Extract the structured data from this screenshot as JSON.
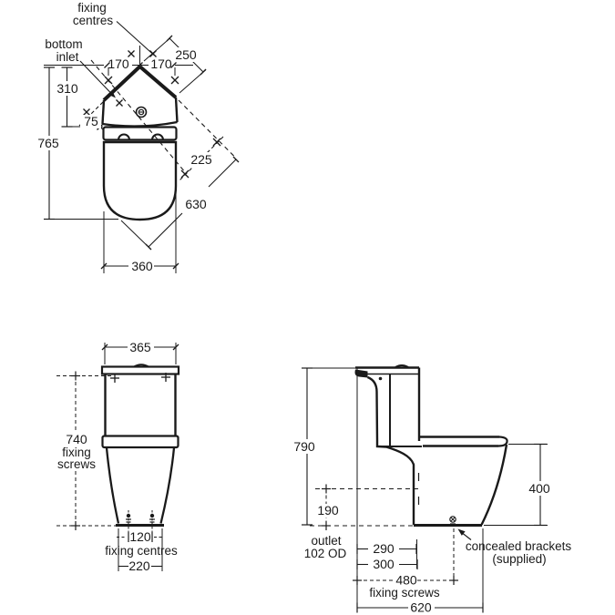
{
  "drawing": {
    "title": "corner close-coupled WC technical dimension drawing",
    "colors": {
      "line": "#1a1a1a",
      "background": "#ffffff"
    },
    "plan": {
      "fixing_centres_line1": "fixing",
      "fixing_centres_line2": "centres",
      "bottom_inlet_line1": "bottom",
      "bottom_inlet_line2": "inlet",
      "dim_250": "250",
      "dim_170_left": "170",
      "dim_170_right": "170",
      "dim_310": "310",
      "dim_75": "75",
      "dim_765": "765",
      "dim_225": "225",
      "dim_630": "630",
      "dim_360": "360"
    },
    "front": {
      "dim_365": "365",
      "dim_740_line1": "740",
      "dim_740_line2": "fixing",
      "dim_740_line3": "screws",
      "dim_120": "120",
      "fixing_centres_label": "fixing centres",
      "dim_220": "220"
    },
    "side": {
      "dim_790": "790",
      "dim_190": "190",
      "outlet_line1": "outlet",
      "outlet_line2": "102 OD",
      "dim_290": "290",
      "dim_300": "300",
      "dim_480": "480",
      "fixing_screws_label": "fixing screws",
      "dim_620": "620",
      "dim_400": "400",
      "brackets_line1": "concealed brackets",
      "brackets_line2": "(supplied)"
    }
  }
}
